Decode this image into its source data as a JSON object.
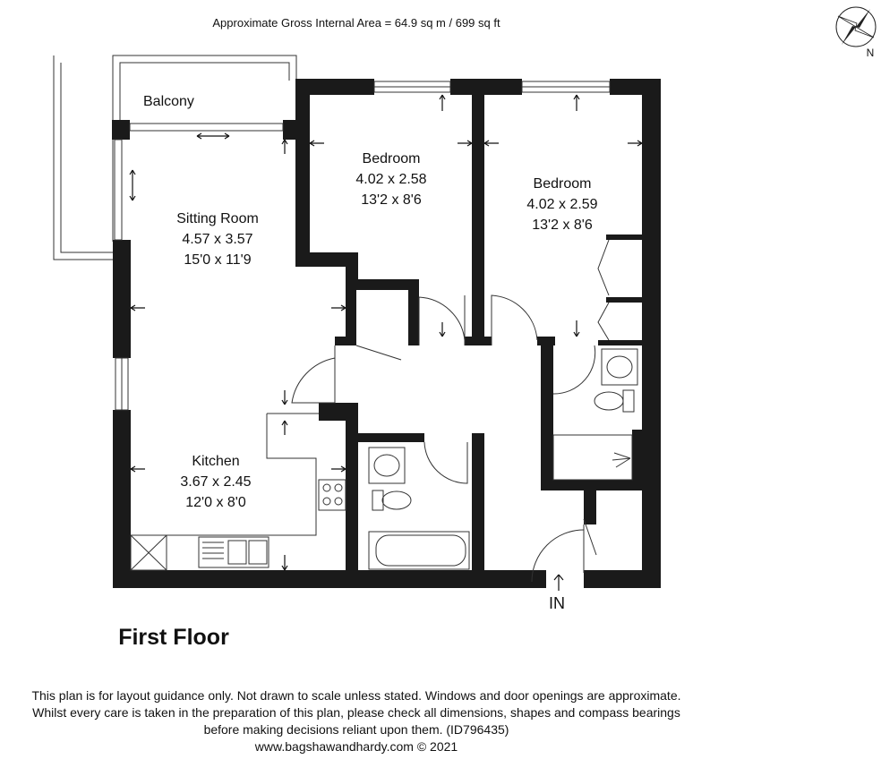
{
  "header": {
    "area_text": "Approximate Gross Internal Area = 64.9 sq m / 699 sq ft"
  },
  "compass": {
    "label": "N",
    "icon": "compass-rose-icon"
  },
  "rooms": {
    "balcony": {
      "name": "Balcony"
    },
    "sitting_room": {
      "name": "Sitting Room",
      "metric": "4.57 x 3.57",
      "imperial": "15'0 x 11'9"
    },
    "bedroom1": {
      "name": "Bedroom",
      "metric": "4.02 x 2.58",
      "imperial": "13'2 x 8'6"
    },
    "bedroom2": {
      "name": "Bedroom",
      "metric": "4.02 x 2.59",
      "imperial": "13'2 x 8'6"
    },
    "kitchen": {
      "name": "Kitchen",
      "metric": "3.67 x 2.45",
      "imperial": "12'0 x 8'0"
    }
  },
  "entrance_label": "IN",
  "floor_label": "First Floor",
  "footer": {
    "line1": "This plan is for layout guidance only. Not drawn to scale unless stated. Windows and door openings are approximate.",
    "line2": "Whilst every care is taken in the preparation of this plan, please check all dimensions, shapes and compass bearings",
    "line3": "before making decisions reliant upon them. (ID796435)",
    "line4": "www.bagshawandhardy.com © 2021"
  }
}
